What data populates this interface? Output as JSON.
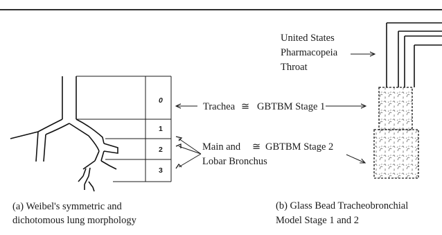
{
  "weibel": {
    "generations": [
      "0",
      "1",
      "2",
      "3"
    ],
    "caption_line1": "(a) Weibel's symmetric and",
    "caption_line2": "dichotomous lung morphology"
  },
  "labels": {
    "usp_line1": "United States",
    "usp_line2": "Pharmacopeia",
    "usp_line3": "Throat",
    "trachea": "Trachea",
    "approx_symbol": "≅",
    "stage1": "GBTBM Stage 1",
    "main_and": "Main and",
    "stage2": "GBTBM Stage 2",
    "lobar_bronchus": "Lobar Bronchus"
  },
  "gbtbm": {
    "caption_line1": "(b) Glass Bead Tracheobronchial",
    "caption_line2": "Model Stage 1 and 2"
  }
}
